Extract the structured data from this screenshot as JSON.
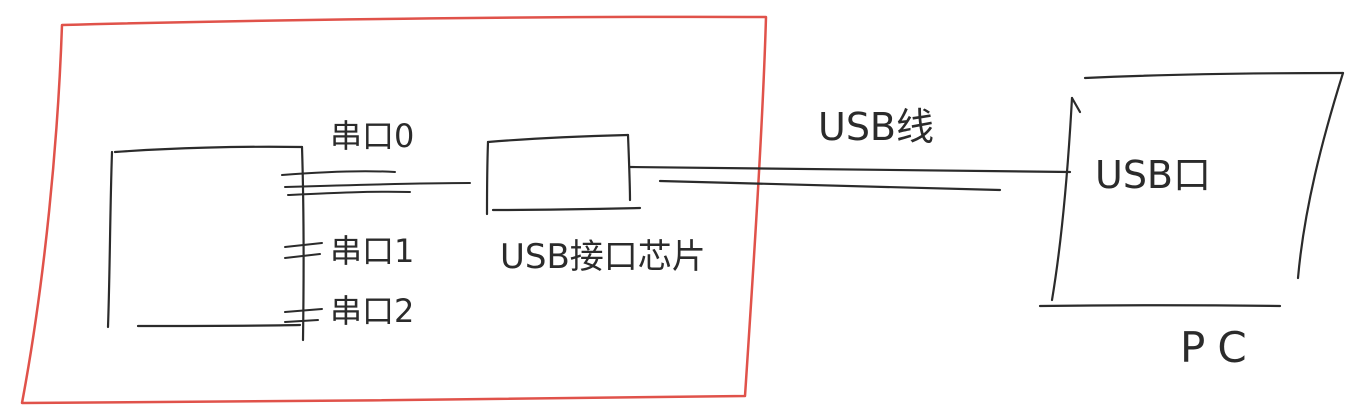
{
  "colors": {
    "ink": "#2b2b2b",
    "frame": "#e0524a",
    "background": "#ffffff"
  },
  "labels": {
    "serial_port_0": "串口0",
    "serial_port_1": "串口1",
    "serial_port_2": "串口2",
    "usb_chip": "USB接口芯片",
    "usb_cable": "USB线",
    "usb_port": "USB口",
    "pc": "PC"
  }
}
